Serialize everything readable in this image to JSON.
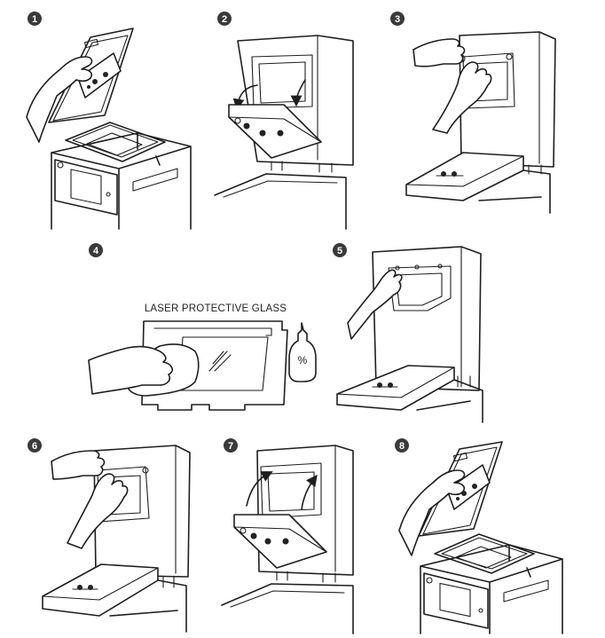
{
  "steps": [
    {
      "number": "1"
    },
    {
      "number": "2"
    },
    {
      "number": "3"
    },
    {
      "number": "4"
    },
    {
      "number": "5"
    },
    {
      "number": "6"
    },
    {
      "number": "7"
    },
    {
      "number": "8"
    }
  ],
  "step4": {
    "caption": "LASER PROTECTIVE GLASS",
    "bottle_label": "%"
  },
  "icons": {
    "hand": "hand-icon",
    "arrow": "curved-arrow-icon",
    "bottle": "alcohol-bottle-icon",
    "cloth": "cloth-icon"
  }
}
